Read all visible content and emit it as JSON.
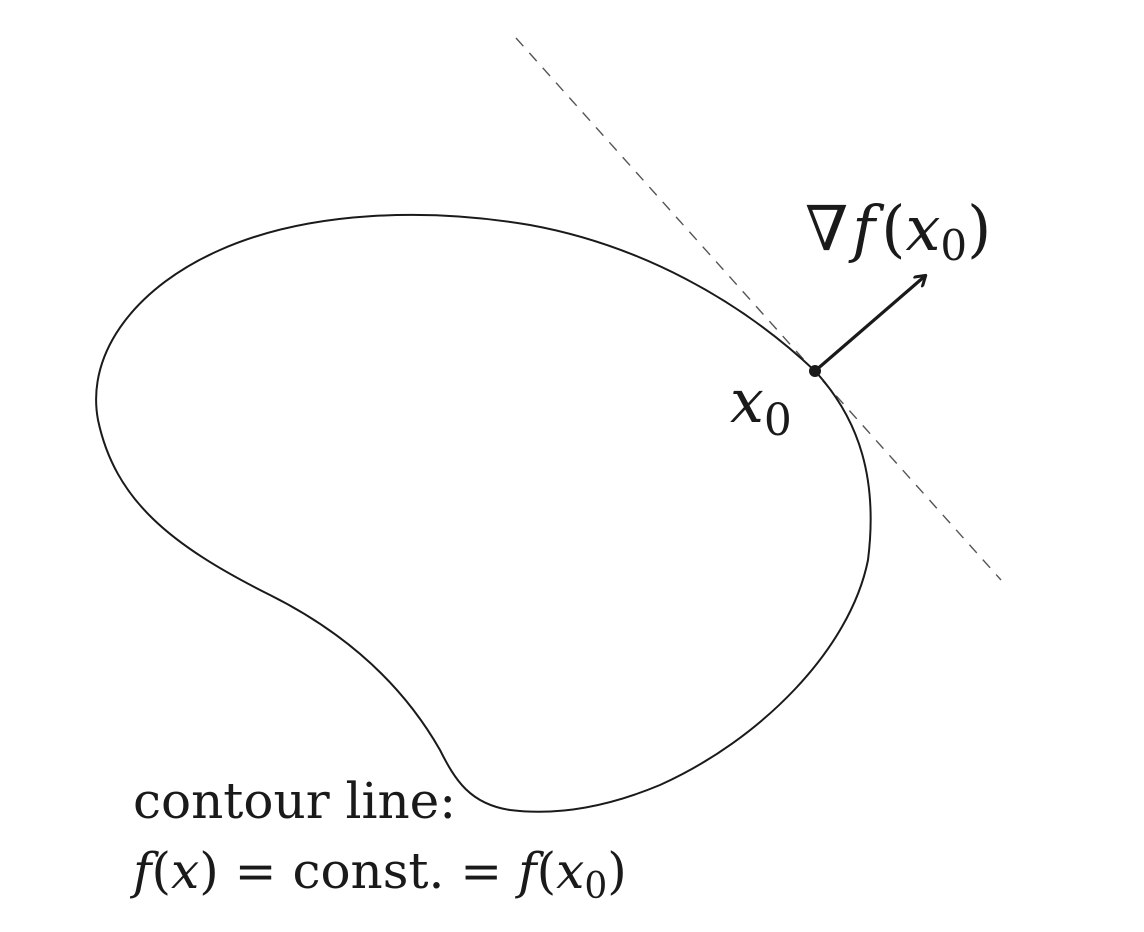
{
  "diagram": {
    "gradient_label": {
      "nabla": "∇",
      "f": "f",
      "open_paren": "(",
      "x": "x",
      "subscript": "0",
      "close_paren": ")"
    },
    "point_label": {
      "x": "x",
      "subscript": "0"
    },
    "caption": {
      "line1": "contour line:",
      "line2_f1": "f",
      "line2_open1": "(",
      "line2_x": "x",
      "line2_close1": ")",
      "line2_eq1": " = ",
      "line2_const": "const.",
      "line2_eq2": " = ",
      "line2_f2": "f",
      "line2_open2": "(",
      "line2_x0": "x",
      "line2_sub0": "0",
      "line2_close2": ")"
    },
    "colors": {
      "stroke": "#1a1a1a",
      "tangent": "#555555",
      "background": "#ffffff"
    }
  }
}
